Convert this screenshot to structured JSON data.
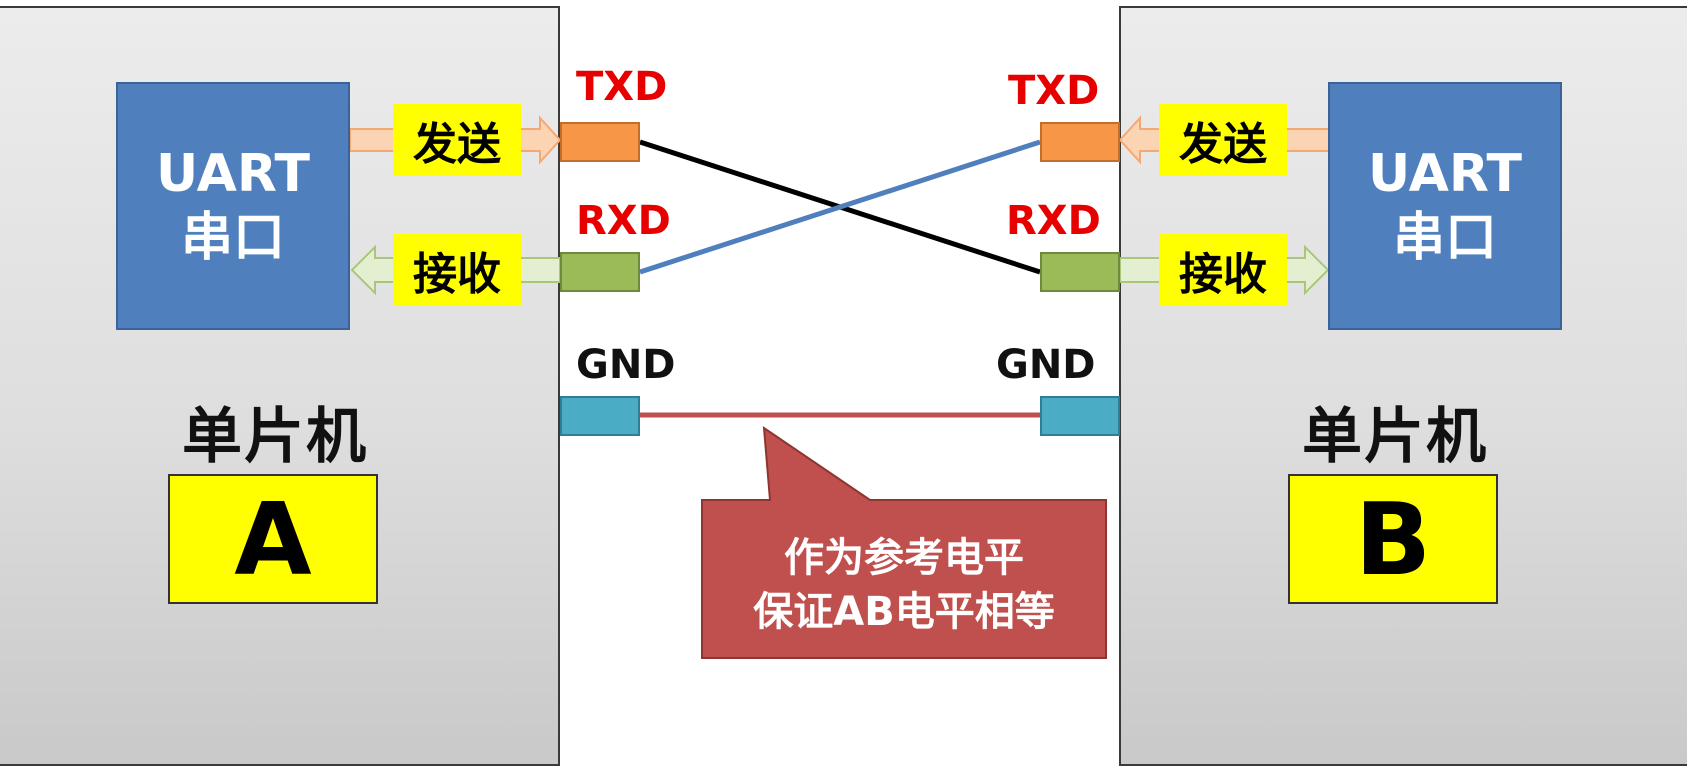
{
  "board_a": {
    "uart_line1": "UART",
    "uart_line2": "串口",
    "send": "发送",
    "receive": "接收",
    "mcu": "单片机",
    "letter": "A"
  },
  "board_b": {
    "uart_line1": "UART",
    "uart_line2": "串口",
    "send": "发送",
    "receive": "接收",
    "mcu": "单片机",
    "letter": "B"
  },
  "pins": {
    "txd": "TXD",
    "rxd": "RXD",
    "gnd": "GND"
  },
  "callout": {
    "line1": "作为参考电平",
    "line2": "保证AB电平相等"
  },
  "colors": {
    "uart_block": "#4f7fbd",
    "label_bg": "#ffff00",
    "txd_pin": "#f79646",
    "rxd_pin": "#9bbb59",
    "gnd_pin": "#4bacc6",
    "pin_label_red": "#e60000",
    "wire_txd_a": "#000000",
    "wire_txd_b": "#4f7fbd",
    "wire_gnd": "#c0504d",
    "callout_bg": "#c0504d"
  }
}
